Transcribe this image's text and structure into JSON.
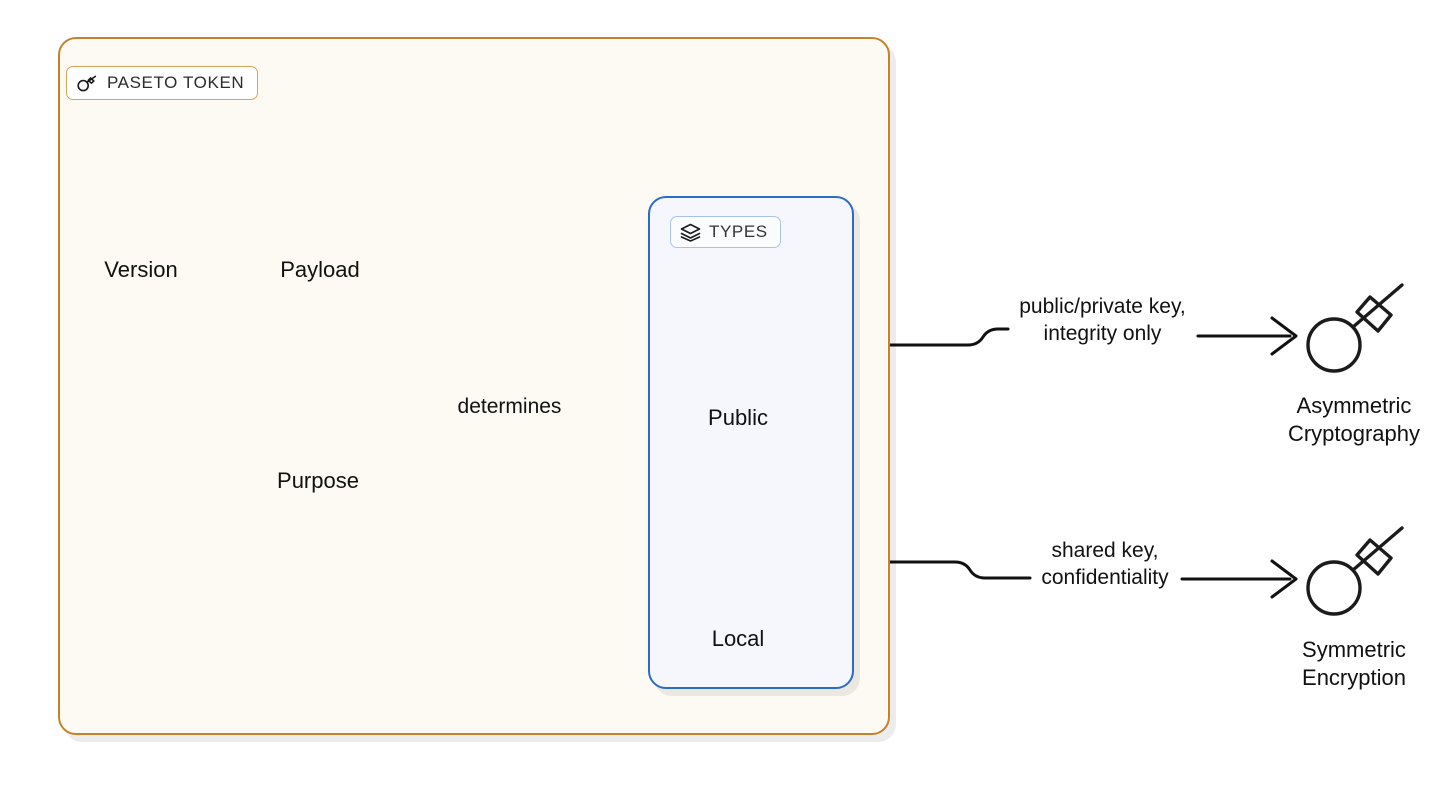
{
  "diagram": {
    "title": "PASETO TOKEN structure",
    "background": "#ffffff"
  },
  "groups": {
    "paseto": {
      "badge_label": "PASETO TOKEN",
      "badge_icon": "key-icon",
      "border_color": "#C4832B",
      "fill_color": "#FCFAF2"
    },
    "types": {
      "badge_label": "TYPES",
      "badge_icon": "layers-icon",
      "border_color": "#2B6CC4",
      "fill_color": "#F5F7FD"
    }
  },
  "nodes": {
    "version": {
      "label": "Version",
      "icon": "hash-icon"
    },
    "payload": {
      "label": "Payload",
      "icon": "document-icon"
    },
    "purpose": {
      "label": "Purpose",
      "icon": "target-icon"
    },
    "public": {
      "label": "Public",
      "icon": "lock-icon"
    },
    "local": {
      "label": "Local",
      "icon": "shield-icon"
    },
    "asymmetric": {
      "label_line1": "Asymmetric",
      "label_line2": "Cryptography",
      "icon": "key-icon"
    },
    "symmetric": {
      "label_line1": "Symmetric",
      "label_line2": "Encryption",
      "icon": "key-icon"
    }
  },
  "edges": {
    "purpose_to_types": {
      "label": "determines"
    },
    "public_to_asymmetric": {
      "label_line1": "public/private key,",
      "label_line2": "integrity only"
    },
    "local_to_symmetric": {
      "label_line1": "shared key,",
      "label_line2": "confidentiality"
    }
  }
}
